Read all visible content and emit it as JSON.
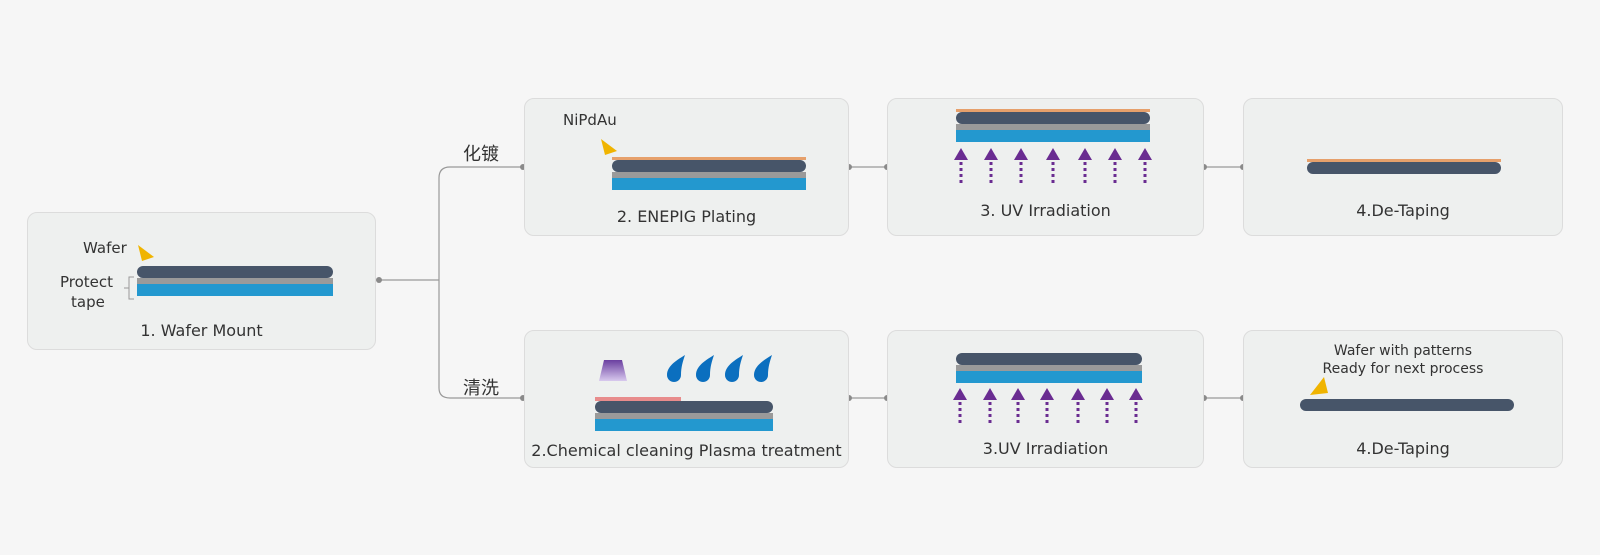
{
  "mount": {
    "title": "1. Wafer Mount",
    "wafer_label": "Wafer",
    "tape_label_1": "Protect",
    "tape_label_2": "tape"
  },
  "branches": {
    "top_label": "化镀",
    "bottom_label": "清洗"
  },
  "top": {
    "step2_title": "2. ENEPIG Plating",
    "step2_material": "NiPdAu",
    "step3_title": "3. UV Irradiation",
    "step4_title": "4.De-Taping"
  },
  "bottom": {
    "step2_title": "2.Chemical cleaning Plasma treatment",
    "step3_title": "3.UV Irradiation",
    "step4_title": "4.De-Taping",
    "step4_note_1": "Wafer with patterns",
    "step4_note_2": "Ready for next process"
  },
  "colors": {
    "wafer": "#475569",
    "tape": "#2398cf",
    "adhesive": "#9a9a9a",
    "plating": "#e6a06b",
    "uv_arrow": "#6a2c91",
    "pointer": "#f0b400",
    "droplet": "#0b6fbf"
  }
}
